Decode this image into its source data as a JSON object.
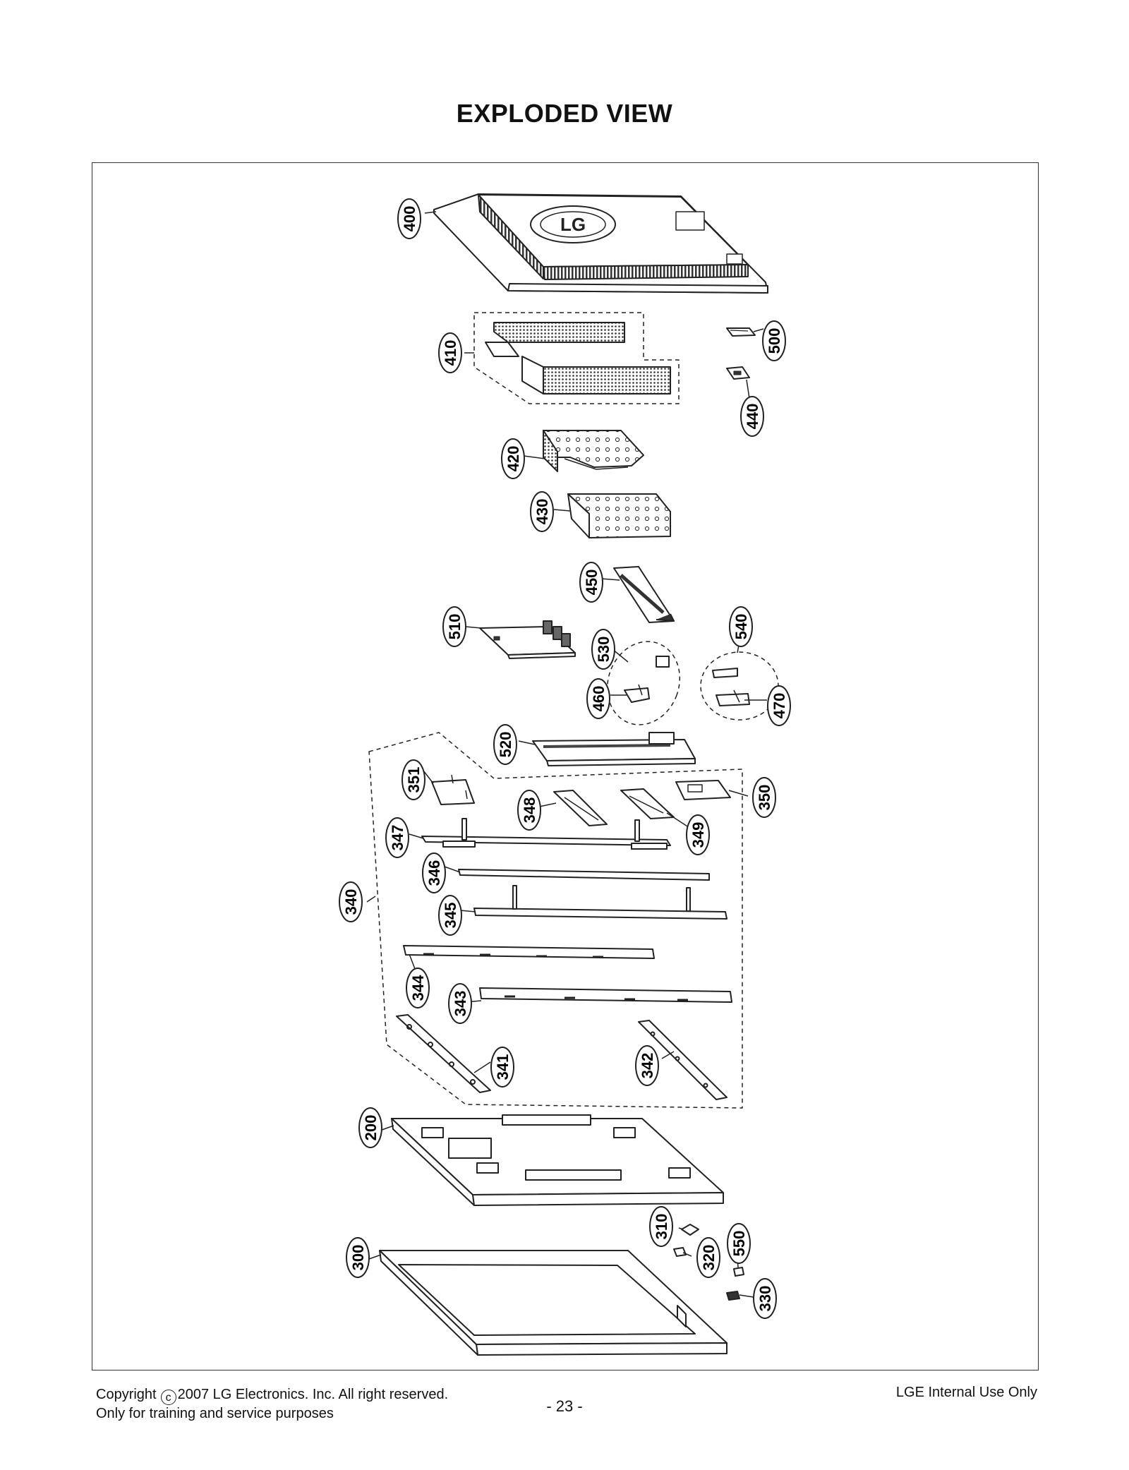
{
  "title": "EXPLODED VIEW",
  "footer": {
    "copyright_prefix": "Copyright",
    "copyright_symbol": "c",
    "copyright_text": "2007 LG Electronics. Inc. All right reserved.",
    "purpose": "Only for training and service purposes",
    "page_number": "- 23 -",
    "internal": "LGE Internal Use Only"
  },
  "logo_text": "LG",
  "parts": [
    "400",
    "410",
    "500",
    "440",
    "420",
    "430",
    "450",
    "510",
    "530",
    "540",
    "460",
    "470",
    "520",
    "351",
    "350",
    "348",
    "349",
    "347",
    "346",
    "340",
    "345",
    "344",
    "343",
    "341",
    "342",
    "200",
    "310",
    "550",
    "320",
    "300",
    "330"
  ]
}
